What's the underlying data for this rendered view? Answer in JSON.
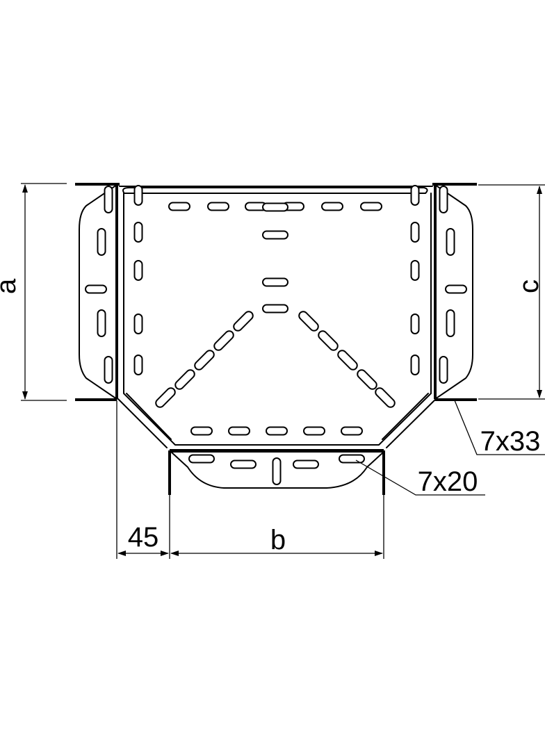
{
  "dimensions": {
    "a": "a",
    "c": "c",
    "b": "b",
    "offset": "45"
  },
  "callouts": {
    "side_slot": "7x33",
    "bottom_slot": "7x20"
  }
}
